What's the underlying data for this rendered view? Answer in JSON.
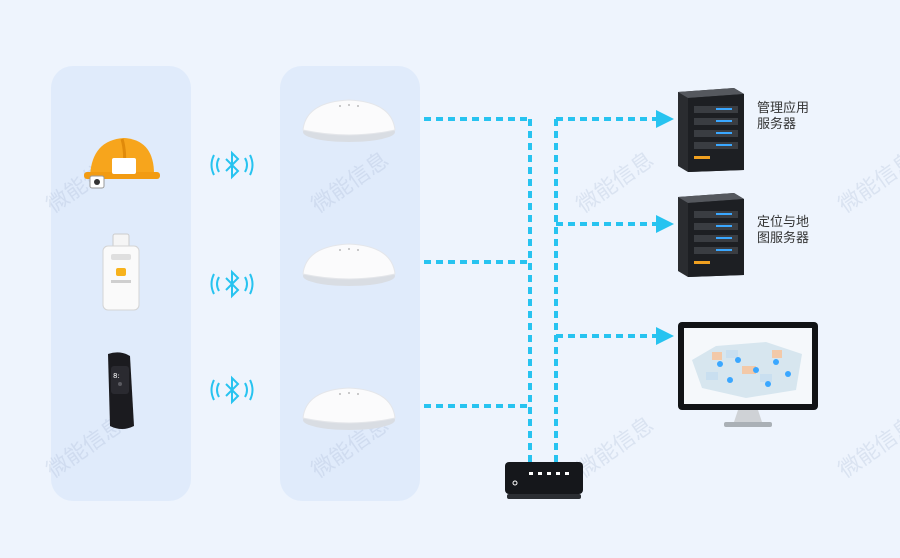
{
  "servers": [
    {
      "line1": "管理应用",
      "line2": "服务器"
    },
    {
      "line1": "定位与地",
      "line2": "图服务器"
    }
  ],
  "icons": {
    "devices": [
      "safety-helmet-icon",
      "badge-tag-icon",
      "wristband-icon"
    ],
    "bluetooth": "bluetooth-icon",
    "access_point": "access-point-icon",
    "switch": "network-switch-icon",
    "server": "server-icon",
    "monitor": "monitor-map-icon"
  },
  "watermark": "微能信息",
  "colors": {
    "link": "#27c3f0",
    "panel": "#e0ebfb",
    "background": "#eef4fd",
    "helmet": "#f7a51c"
  }
}
